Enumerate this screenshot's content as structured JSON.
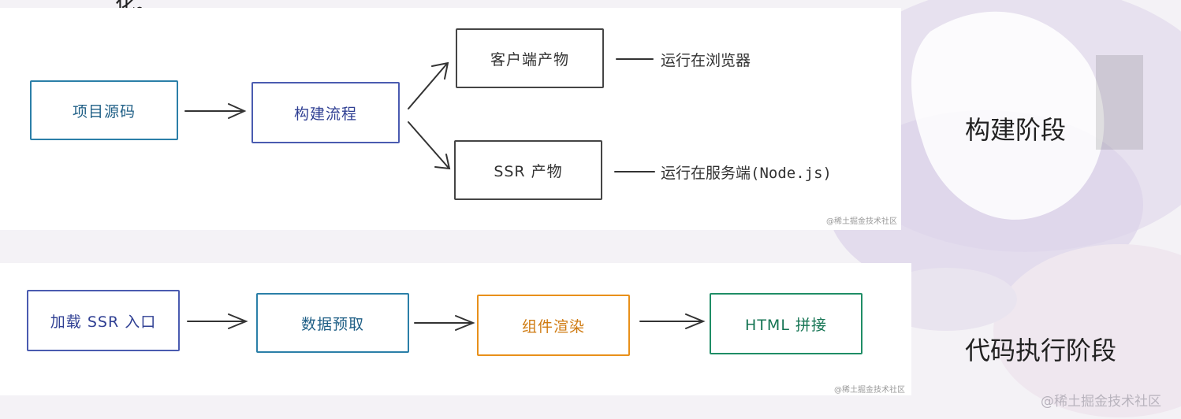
{
  "top_fragment": "化。",
  "build_stage": {
    "nodes": {
      "source": "项目源码",
      "build": "构建流程",
      "client": "客户端产物",
      "ssr": "SSR 产物"
    },
    "notes": {
      "client_note": "运行在浏览器",
      "ssr_note": "运行在服务端(Node.js)"
    },
    "watermark": "@稀土掘金技术社区",
    "label": "构建阶段"
  },
  "runtime_stage": {
    "nodes": {
      "entry": "加载 SSR 入口",
      "prefetch": "数据预取",
      "render": "组件渲染",
      "concat": "HTML 拼接"
    },
    "watermark": "@稀土掘金技术社区",
    "label": "代码执行阶段"
  },
  "site_watermark": "@稀土掘金技术社区",
  "colors": {
    "blue": "#2b7fa8",
    "indigo": "#4a5bb0",
    "gray": "#454545",
    "orange": "#e8901a",
    "green": "#1f8d66"
  }
}
